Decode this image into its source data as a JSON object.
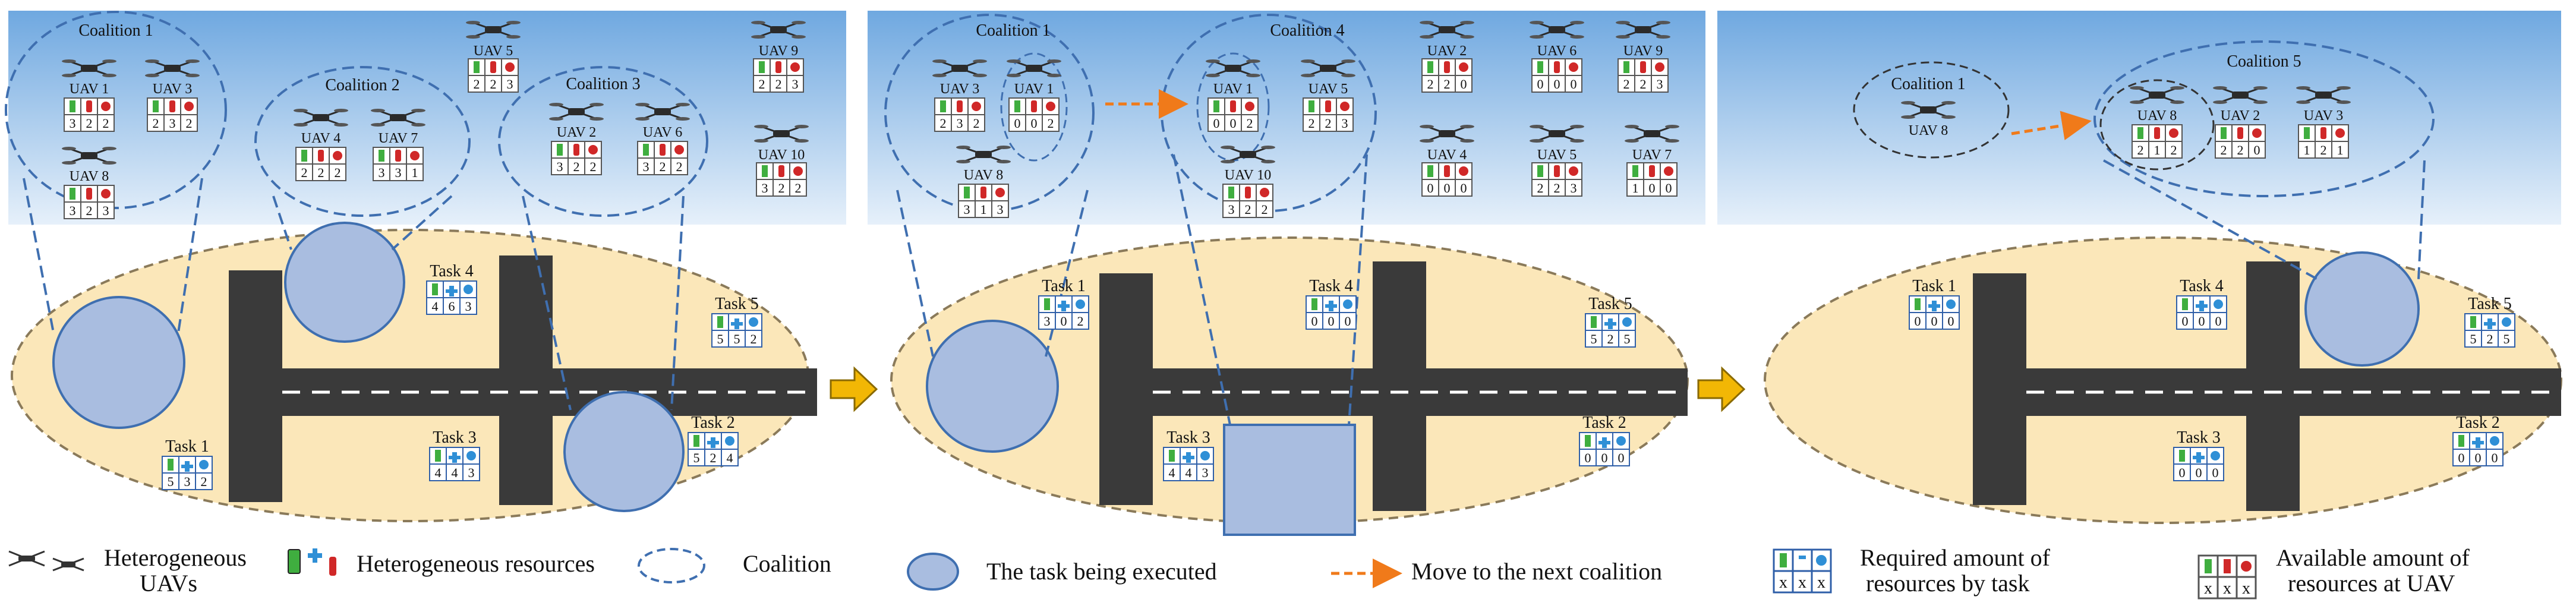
{
  "colors": {
    "sky_top": "#7fb2e5",
    "sky_bottom": "#dceaf7",
    "ground": "#fbe7b9",
    "ground_border": "#8a7a5a",
    "road": "#3a3a3a",
    "coalition_stroke": "#3f6fb0",
    "task_highlight": "#a9bde0",
    "arrow_orange": "#f07a1a",
    "arrow_yellow": "#f2b705",
    "box_border": "#2f5fa8"
  },
  "panels": [
    {
      "coalitions": [
        {
          "label": "Coalition 1",
          "uavs": [
            {
              "label": "UAV 1",
              "res": [
                "3",
                "2",
                "2"
              ]
            },
            {
              "label": "UAV 3",
              "res": [
                "2",
                "3",
                "2"
              ]
            },
            {
              "label": "UAV 8",
              "res": [
                "3",
                "2",
                "3"
              ]
            }
          ]
        },
        {
          "label": "Coalition 2",
          "uavs": [
            {
              "label": "UAV 4",
              "res": [
                "2",
                "2",
                "2"
              ]
            },
            {
              "label": "UAV 7",
              "res": [
                "3",
                "3",
                "1"
              ]
            }
          ]
        },
        {
          "label": "Coalition 3",
          "uavs": [
            {
              "label": "UAV 2",
              "res": [
                "3",
                "2",
                "2"
              ]
            },
            {
              "label": "UAV 6",
              "res": [
                "3",
                "2",
                "2"
              ]
            }
          ]
        }
      ],
      "free_uavs": [
        {
          "label": "UAV 5",
          "res": [
            "2",
            "2",
            "3"
          ]
        },
        {
          "label": "UAV 9",
          "res": [
            "2",
            "2",
            "3"
          ]
        },
        {
          "label": "UAV 10",
          "res": [
            "3",
            "2",
            "2"
          ]
        }
      ],
      "tasks": [
        {
          "label": "Task 1",
          "req": [
            "5",
            "3",
            "2"
          ]
        },
        {
          "label": "Task 2",
          "req": [
            "5",
            "2",
            "4"
          ]
        },
        {
          "label": "Task 3",
          "req": [
            "4",
            "4",
            "3"
          ]
        },
        {
          "label": "Task 4",
          "req": [
            "4",
            "6",
            "3"
          ]
        },
        {
          "label": "Task 5",
          "req": [
            "5",
            "5",
            "2"
          ]
        }
      ]
    },
    {
      "coalitions": [
        {
          "label": "Coalition 1",
          "uavs": [
            {
              "label": "UAV 3",
              "res": [
                "2",
                "3",
                "2"
              ]
            },
            {
              "label": "UAV 1",
              "res": [
                "0",
                "0",
                "2"
              ]
            },
            {
              "label": "UAV 8",
              "res": [
                "3",
                "1",
                "3"
              ]
            }
          ]
        },
        {
          "label": "Coalition 4",
          "uavs": [
            {
              "label": "UAV 1",
              "res": [
                "0",
                "0",
                "2"
              ]
            },
            {
              "label": "UAV 5",
              "res": [
                "2",
                "2",
                "3"
              ]
            },
            {
              "label": "UAV 10",
              "res": [
                "3",
                "2",
                "2"
              ]
            }
          ]
        }
      ],
      "free_uavs": [
        {
          "label": "UAV 2",
          "res": [
            "2",
            "2",
            "0"
          ]
        },
        {
          "label": "UAV 6",
          "res": [
            "0",
            "0",
            "0"
          ]
        },
        {
          "label": "UAV 9",
          "res": [
            "2",
            "2",
            "3"
          ]
        },
        {
          "label": "UAV 4",
          "res": [
            "0",
            "0",
            "0"
          ]
        },
        {
          "label": "UAV 5",
          "res": [
            "2",
            "2",
            "3"
          ]
        },
        {
          "label": "UAV 7",
          "res": [
            "1",
            "0",
            "0"
          ]
        }
      ],
      "tasks": [
        {
          "label": "Task 1",
          "req": [
            "3",
            "0",
            "2"
          ]
        },
        {
          "label": "Task 2",
          "req": [
            "0",
            "0",
            "0"
          ]
        },
        {
          "label": "Task 3",
          "req": [
            "4",
            "4",
            "3"
          ]
        },
        {
          "label": "Task 4",
          "req": [
            "0",
            "0",
            "0"
          ]
        },
        {
          "label": "Task 5",
          "req": [
            "5",
            "2",
            "5"
          ]
        }
      ]
    },
    {
      "coalitions": [
        {
          "label": "Coalition 1",
          "uavs": [
            {
              "label": "UAV 8",
              "res": []
            }
          ]
        },
        {
          "label": "Coalition 5",
          "uavs": [
            {
              "label": "UAV 8",
              "res": [
                "2",
                "1",
                "2"
              ]
            },
            {
              "label": "UAV 2",
              "res": [
                "2",
                "2",
                "0"
              ]
            },
            {
              "label": "UAV 3",
              "res": [
                "1",
                "2",
                "1"
              ]
            }
          ]
        }
      ],
      "free_uavs": [],
      "tasks": [
        {
          "label": "Task 1",
          "req": [
            "0",
            "0",
            "0"
          ]
        },
        {
          "label": "Task 2",
          "req": [
            "0",
            "0",
            "0"
          ]
        },
        {
          "label": "Task 3",
          "req": [
            "0",
            "0",
            "0"
          ]
        },
        {
          "label": "Task 4",
          "req": [
            "0",
            "0",
            "0"
          ]
        },
        {
          "label": "Task 5",
          "req": [
            "5",
            "2",
            "5"
          ]
        }
      ]
    }
  ],
  "legend": {
    "uavs_line1": "Heterogeneous",
    "uavs_line2": "UAVs",
    "resources": "Heterogeneous resources",
    "coalition": "Coalition",
    "task_exec": "The task being executed",
    "move": "Move to the next coalition",
    "required_line1": "Required amount of",
    "required_line2": "resources by task",
    "available_line1": "Available amount of",
    "available_line2": "resources at UAV",
    "placeholder": "x"
  }
}
